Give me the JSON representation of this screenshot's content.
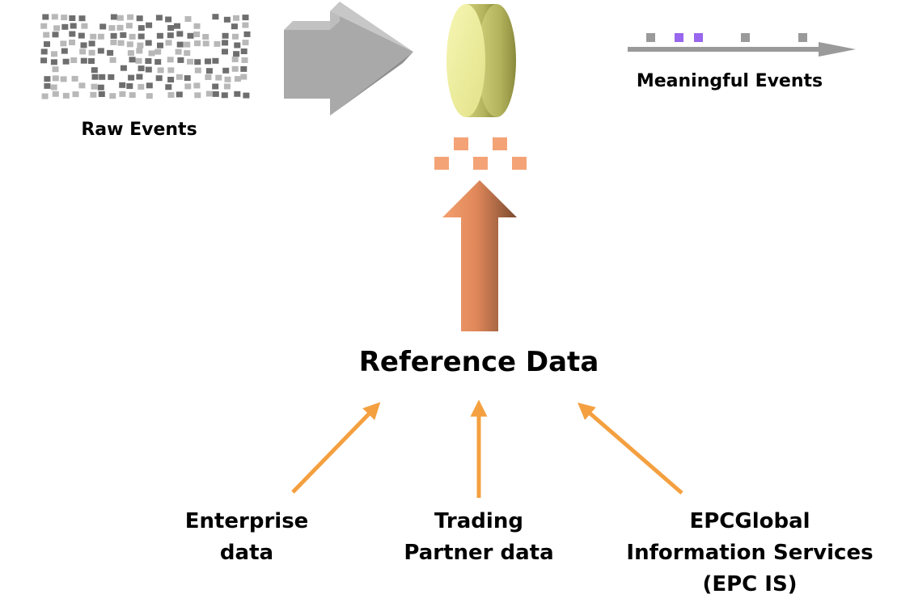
{
  "labels": {
    "raw_events": "Raw Events",
    "meaningful_events": "Meaningful Events",
    "reference_data": "Reference Data"
  },
  "sources": [
    {
      "line1": "Enterprise",
      "line2": "data"
    },
    {
      "line1": "Trading",
      "line2": "Partner data"
    },
    {
      "line1": "EPCGlobal",
      "line2": "Information Services",
      "line3": "(EPC IS)"
    }
  ],
  "colors": {
    "raw_event_dark": "#6e6e6e",
    "raw_event_light": "#b8b8b8",
    "big_arrow_gray": "#a9a9a9",
    "processor_face": "#eeee99",
    "processor_side": "#9a9a44",
    "reference_event": "#f4a377",
    "up_arrow_light": "#f4a070",
    "up_arrow_dark": "#7a4a30",
    "source_arrow": "#f4a040",
    "meaningful_event_gray": "#9a9a9a",
    "meaningful_event_purple": "#9966ee"
  }
}
